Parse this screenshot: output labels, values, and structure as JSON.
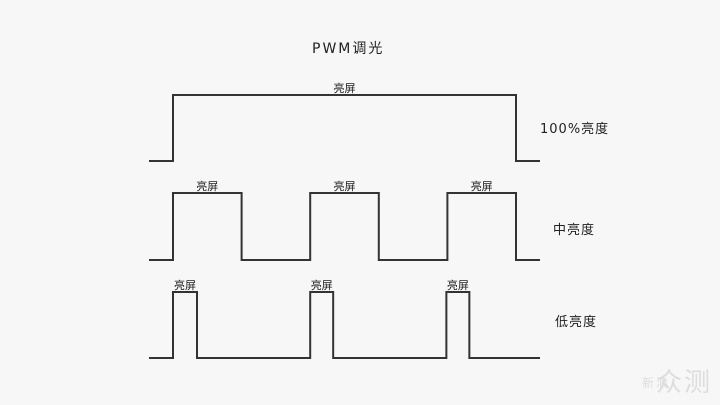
{
  "title": "PWM调光",
  "on_label": "亮屏",
  "rows": [
    {
      "name": "100%亮度",
      "pulses": [
        [
          0,
          1
        ]
      ]
    },
    {
      "name": "中亮度",
      "pulses": [
        [
          0,
          0.2
        ],
        [
          0.4,
          0.6
        ],
        [
          0.8,
          1
        ]
      ]
    },
    {
      "name": "低亮度",
      "pulses": [
        [
          0,
          0.07
        ],
        [
          0.4,
          0.467
        ],
        [
          0.797,
          0.864
        ]
      ]
    }
  ],
  "watermark": {
    "small": "新浪",
    "big": "众测"
  }
}
